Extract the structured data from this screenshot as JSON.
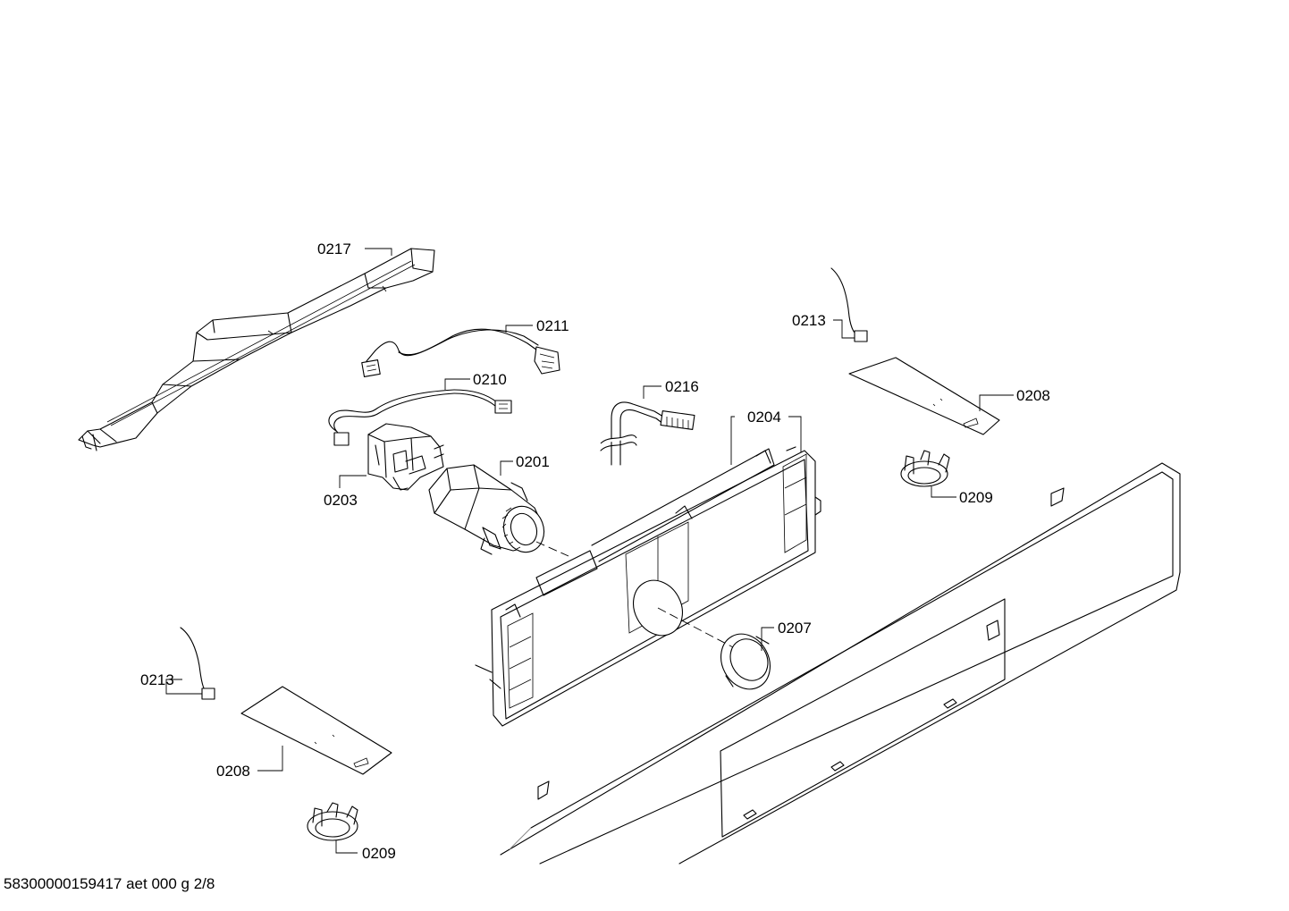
{
  "footer": {
    "drawing_id": "58300000159417 aet 000 g 2/8"
  },
  "callouts": [
    {
      "id": "part-0217",
      "label": "0217"
    },
    {
      "id": "part-0211",
      "label": "0211"
    },
    {
      "id": "part-0210",
      "label": "0210"
    },
    {
      "id": "part-0216",
      "label": "0216"
    },
    {
      "id": "part-0204",
      "label": "0204"
    },
    {
      "id": "part-0201",
      "label": "0201"
    },
    {
      "id": "part-0203",
      "label": "0203"
    },
    {
      "id": "part-0213-right",
      "label": "0213"
    },
    {
      "id": "part-0208-right",
      "label": "0208"
    },
    {
      "id": "part-0209-right",
      "label": "0209"
    },
    {
      "id": "part-0207",
      "label": "0207"
    },
    {
      "id": "part-0213-left",
      "label": "0213"
    },
    {
      "id": "part-0208-left",
      "label": "0208"
    },
    {
      "id": "part-0209-left",
      "label": "0209"
    }
  ]
}
